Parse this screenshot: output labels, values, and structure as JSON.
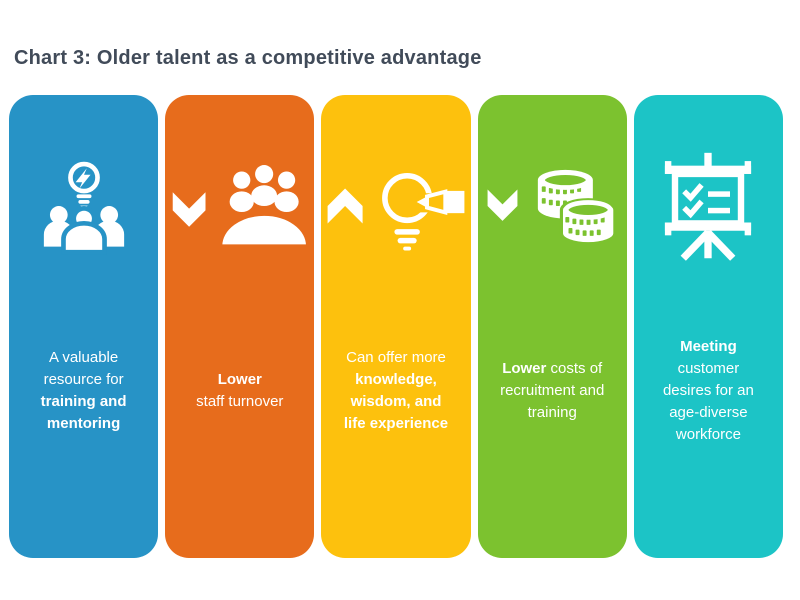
{
  "title": "Chart 3: Older talent as a competitive advantage",
  "title_color": "#414B59",
  "text_color": "#FFFFFF",
  "cards": [
    {
      "name": "training-mentoring",
      "color": "#2793C6",
      "icon": "team-idea-icon",
      "lines": [
        [
          {
            "t": "A valuable"
          }
        ],
        [
          {
            "t": "resource for"
          }
        ],
        [
          {
            "t": "training and",
            "b": true
          }
        ],
        [
          {
            "t": "mentoring",
            "b": true
          }
        ]
      ]
    },
    {
      "name": "staff-turnover",
      "color": "#E76C1C",
      "icon": "meeting-table-chevron-down-icon",
      "lines": [
        [
          {
            "t": "Lower",
            "b": true
          }
        ],
        [
          {
            "t": "staff turnover"
          }
        ]
      ]
    },
    {
      "name": "knowledge-wisdom-experience",
      "color": "#FDC10D",
      "icon": "lightbulb-pencil-chevron-up-icon",
      "lines": [
        [
          {
            "t": "Can offer more"
          }
        ],
        [
          {
            "t": "knowledge,",
            "b": true
          }
        ],
        [
          {
            "t": "wisdom, and",
            "b": true
          }
        ],
        [
          {
            "t": "life experience",
            "b": true
          }
        ]
      ]
    },
    {
      "name": "recruitment-training-costs",
      "color": "#7CC22F",
      "icon": "coins-chevron-down-icon",
      "lines": [
        [
          {
            "t": "Lower",
            "b": true
          },
          {
            "t": " costs of"
          }
        ],
        [
          {
            "t": "recruitment and"
          }
        ],
        [
          {
            "t": "training"
          }
        ]
      ]
    },
    {
      "name": "age-diverse-workforce",
      "color": "#1CC4C6",
      "icon": "presentation-checklist-icon",
      "lines": [
        [
          {
            "t": "Meeting",
            "b": true
          }
        ],
        [
          {
            "t": "customer"
          }
        ],
        [
          {
            "t": "desires for an"
          }
        ],
        [
          {
            "t": "age-diverse"
          }
        ],
        [
          {
            "t": "workforce"
          }
        ]
      ]
    }
  ]
}
